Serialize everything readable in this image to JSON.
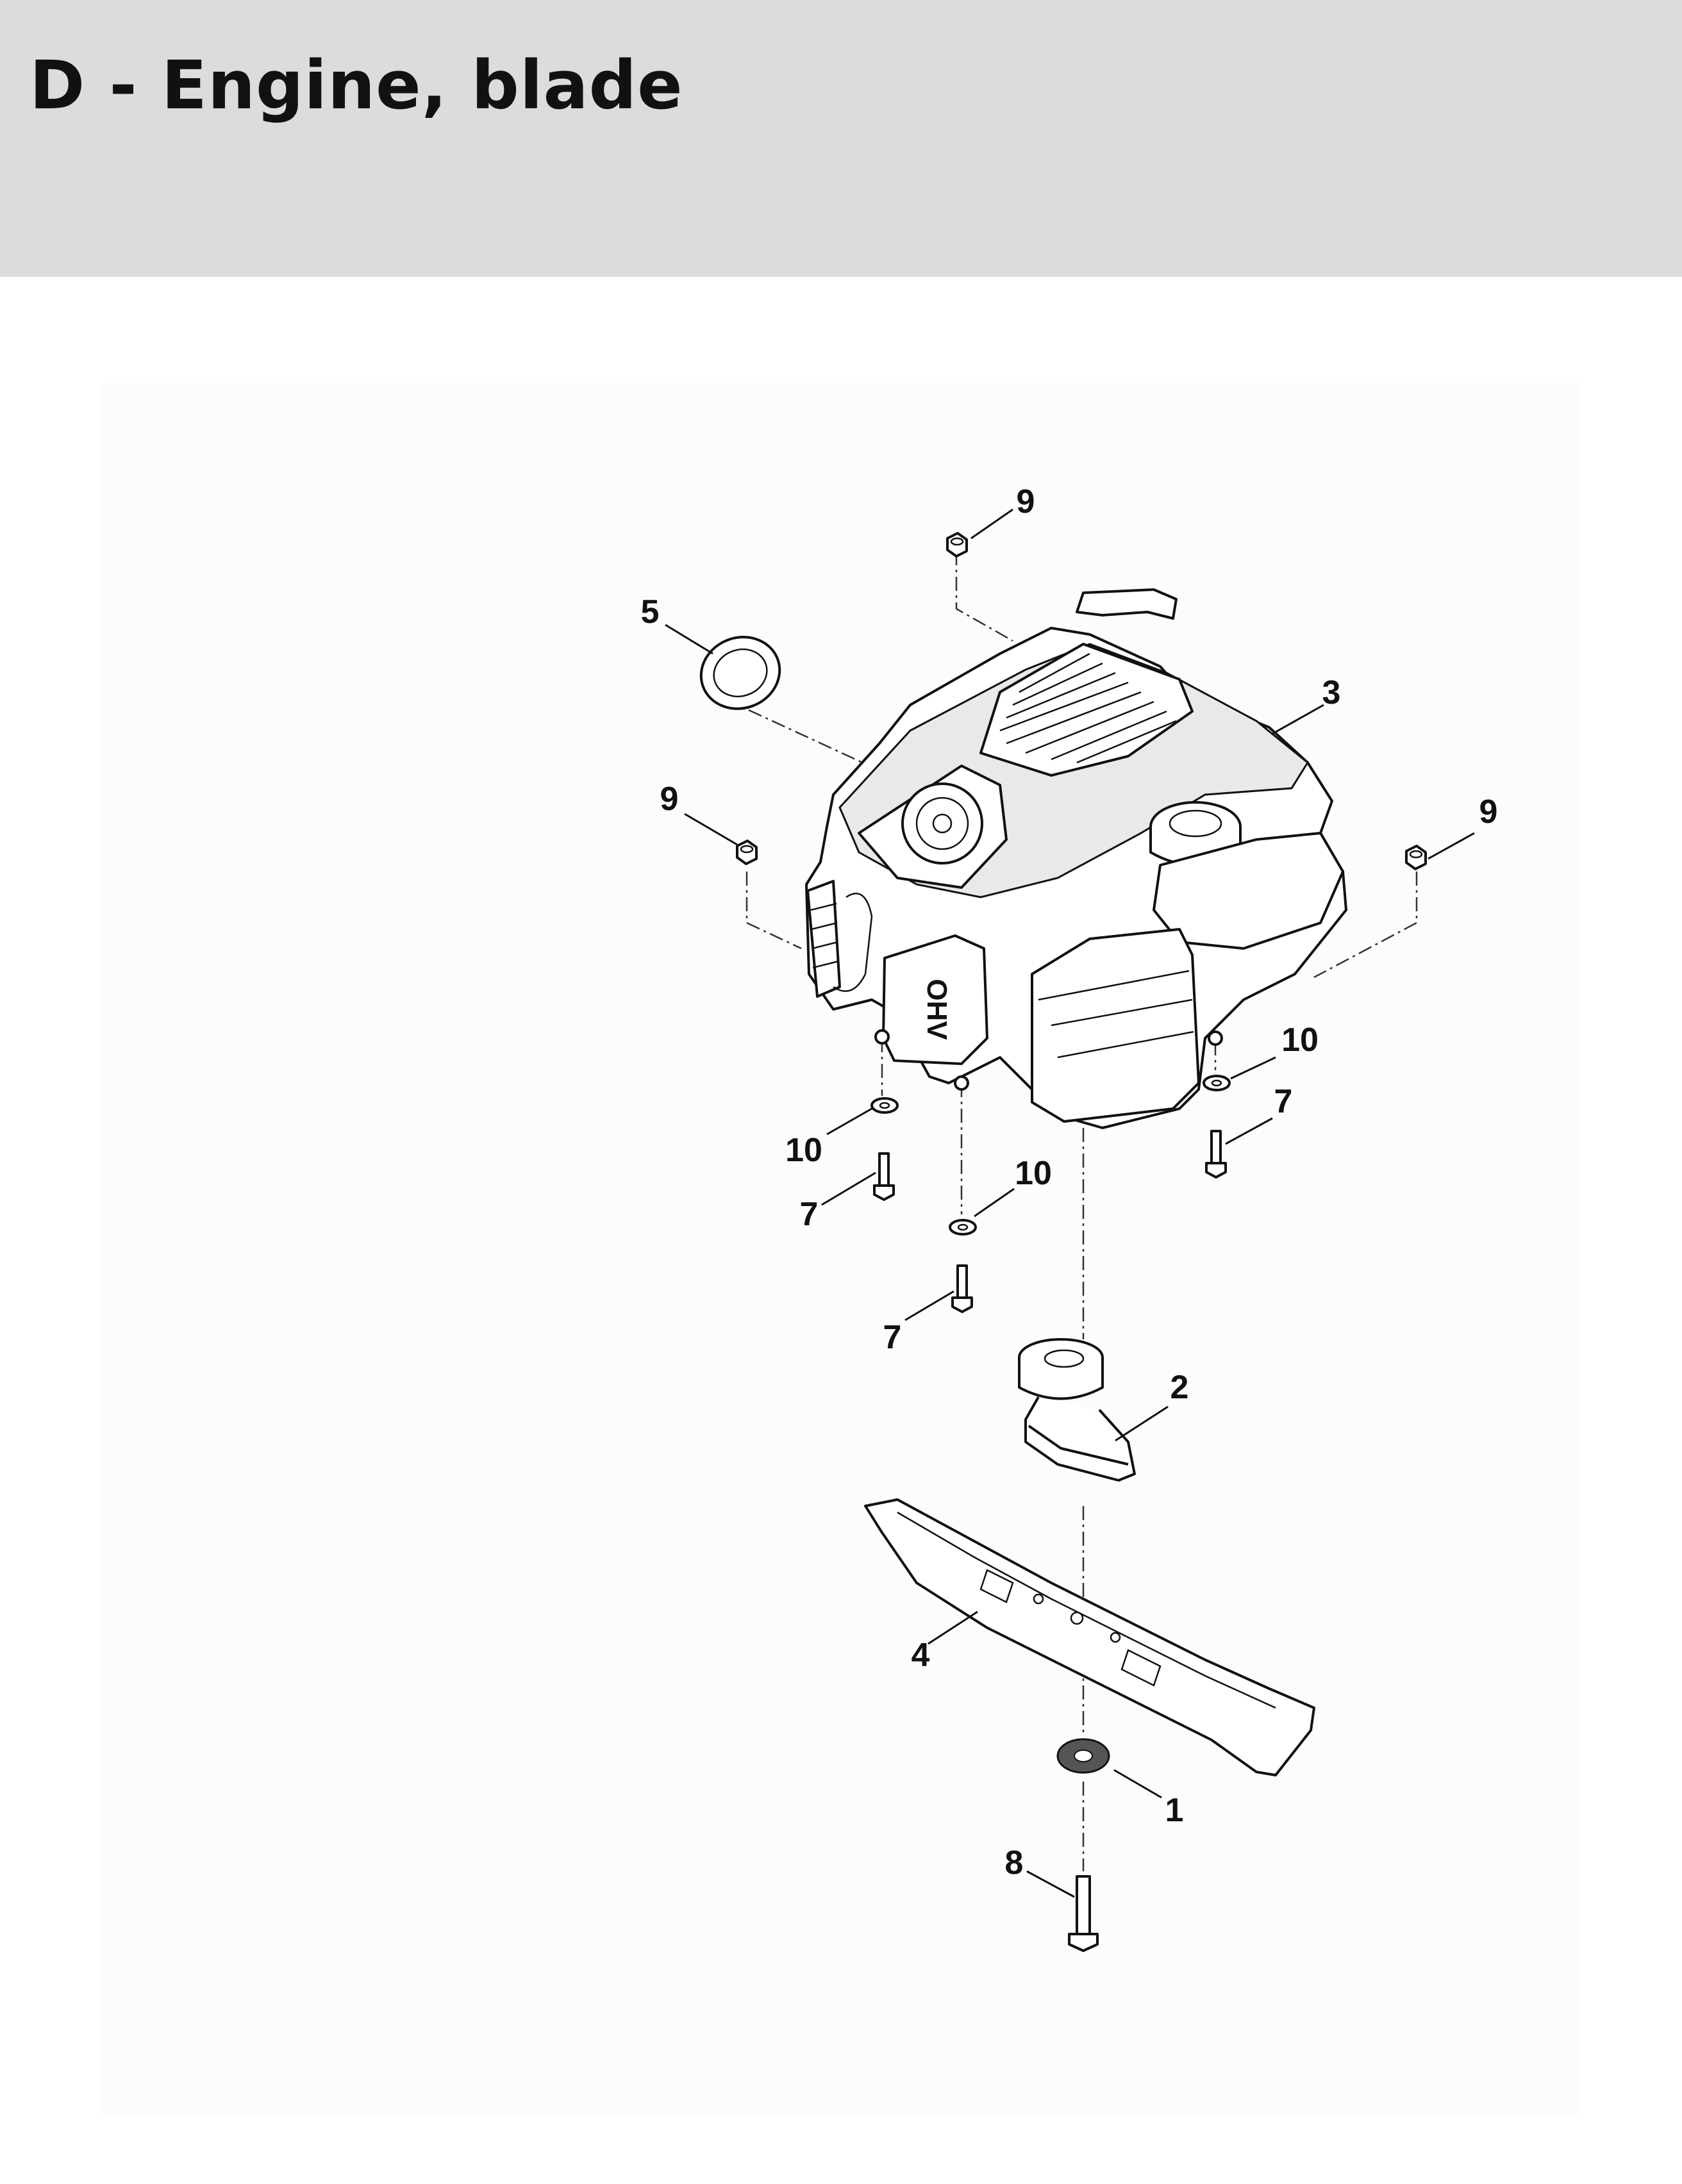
{
  "page": {
    "title": "D - Engine, blade"
  },
  "callouts": [
    {
      "id": "c9-top",
      "label": "9"
    },
    {
      "id": "c5",
      "label": "5"
    },
    {
      "id": "c3",
      "label": "3"
    },
    {
      "id": "c9-left",
      "label": "9"
    },
    {
      "id": "c9-right",
      "label": "9"
    },
    {
      "id": "c10-right",
      "label": "10"
    },
    {
      "id": "c7-right",
      "label": "7"
    },
    {
      "id": "c10-left",
      "label": "10"
    },
    {
      "id": "c7-left",
      "label": "7"
    },
    {
      "id": "c10-mid",
      "label": "10"
    },
    {
      "id": "c7-mid",
      "label": "7"
    },
    {
      "id": "c2",
      "label": "2"
    },
    {
      "id": "c4",
      "label": "4"
    },
    {
      "id": "c1",
      "label": "1"
    },
    {
      "id": "c8",
      "label": "8"
    }
  ],
  "engine_badge": "OHV"
}
